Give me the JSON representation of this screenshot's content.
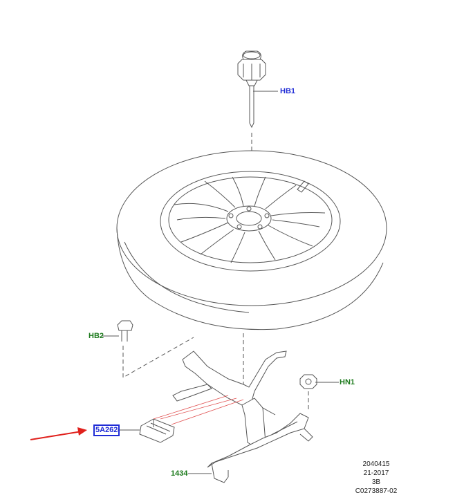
{
  "callouts": {
    "hb1": "HB1",
    "hb2": "HB2",
    "hn1": "HN1",
    "part_5a262": "5A262",
    "part_1434": "1434"
  },
  "metadata": {
    "line1": "2040415",
    "line2": "21-2017",
    "line3": "3B",
    "line4": "C0273887-02"
  },
  "colors": {
    "blue_label": "#1f2bd6",
    "green_label": "#1c7a1c",
    "arrow": "#e0201c",
    "leader_red": "#e05050"
  }
}
